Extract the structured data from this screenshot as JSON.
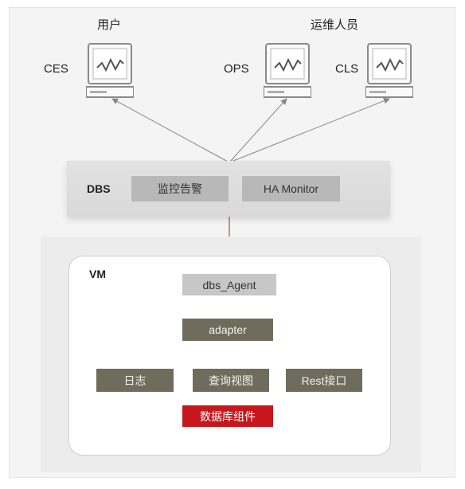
{
  "groups": {
    "users": "用户",
    "ops_staff": "运维人员"
  },
  "terminals": [
    {
      "label": "CES",
      "icon": "monitor-icon"
    },
    {
      "label": "OPS",
      "icon": "monitor-icon"
    },
    {
      "label": "CLS",
      "icon": "monitor-icon"
    }
  ],
  "dbs": {
    "title": "DBS",
    "monitor_alert": "监控告警",
    "ha_monitor": "HA Monitor"
  },
  "vm": {
    "title": "VM",
    "agent": "dbs_Agent",
    "adapter": "adapter",
    "log": "日志",
    "query_view": "查询视图",
    "rest_api": "Rest接口",
    "db_components": "数据库组件"
  },
  "colors": {
    "arrow_gray": "#888888",
    "arrow_red": "#c8161d",
    "olive": "#6f6c5b",
    "red": "#c8161d"
  }
}
